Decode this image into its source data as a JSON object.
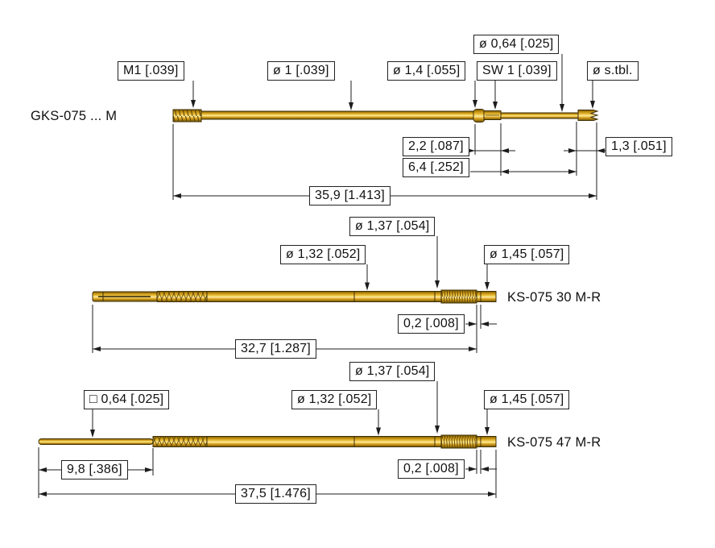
{
  "figures": [
    {
      "label": "GKS-075 ... M",
      "callouts": {
        "thread": "M1 [.039]",
        "shaft": "ø 1 [.039]",
        "flange": "ø 1,4 [.055]",
        "hex": "SW 1 [.039]",
        "plunger": "ø 0,64 [.025]",
        "tip": "ø s.tbl."
      },
      "dims": {
        "flange_hex_length": "2,2 [.087]",
        "plunger_length": "6,4 [.252]",
        "tip_length": "1,3 [.051]",
        "overall_length": "35,9 [1.413]"
      }
    },
    {
      "label": "KS-075 30 M-R",
      "callouts": {
        "ring": "ø 1,37 [.054]",
        "sleeve": "ø 1,32 [.052]",
        "knurl": "ø 1,45 [.057]"
      },
      "dims": {
        "ring_width": "0,2 [.008]",
        "overall_length": "32,7 [1.287]"
      }
    },
    {
      "label": "KS-075 47 M-R",
      "callouts": {
        "pin": "□ 0,64 [.025]",
        "ring": "ø 1,37 [.054]",
        "sleeve": "ø 1,32 [.052]",
        "knurl": "ø 1,45 [.057]"
      },
      "dims": {
        "pin_length": "9,8 [.386]",
        "ring_width": "0,2 [.008]",
        "overall_length": "37,5 [1.476]"
      }
    }
  ],
  "colors": {
    "body_gold": "#d9a71f",
    "line": "#1a1a1a"
  }
}
